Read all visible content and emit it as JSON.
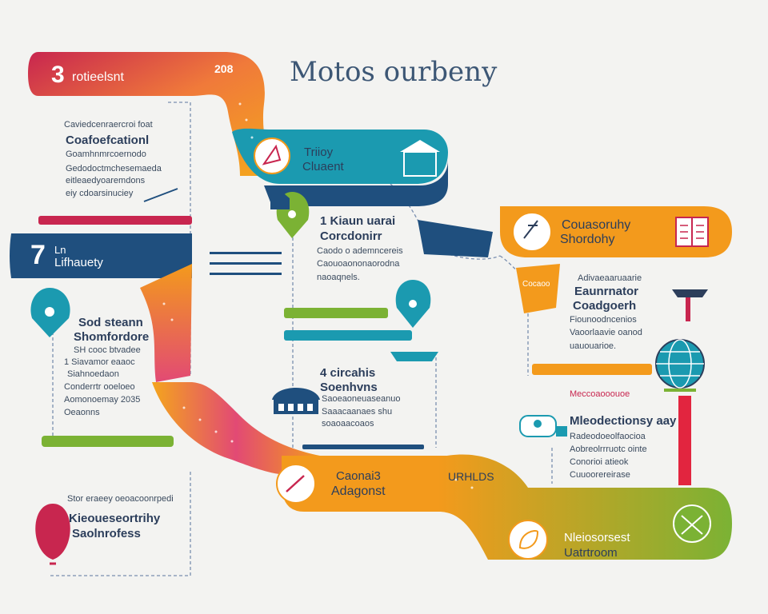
{
  "title": "Motos ourbeny",
  "colors": {
    "red": "#c8264f",
    "orange": "#f39a1c",
    "teal": "#1b9ab0",
    "navy": "#1f4f7e",
    "green": "#7bb234",
    "pink": "#e24a74"
  },
  "banners": {
    "top_left": {
      "number": "3",
      "label": "rotieelsnt",
      "extra": "208"
    },
    "left_mid": {
      "number": "7",
      "label1": "Ln",
      "label2": "Lifhauety"
    },
    "teal": {
      "line1": "Triioy",
      "line2": "Cluaent"
    },
    "orange_right": {
      "line1": "Couasoruhy",
      "line2": "Shordohy"
    },
    "bottom_orange": {
      "line1": "Caonai3",
      "line2": "Adagonst"
    },
    "bottom_green": {
      "badge": "URHLDS",
      "line1": "Nleiosorsest",
      "line2": "Uatrtroom"
    }
  },
  "blocks": {
    "b1": [
      "Caviedcenraercroi foat",
      "Coafoefcationl",
      "Goamhnmrcoernodo",
      "Gedodoctmchesemaeda",
      "eitleaedyoaremdons",
      "eiy cdoarsinuciey"
    ],
    "b2": [
      "1 Kiaun uarai",
      "Corcdonirr",
      "Caodo o ademncereis",
      "Caouoaononaorodna",
      "naoaqnels."
    ],
    "b3": [
      "Sod steann",
      "Shomfordore",
      "SH cooc btvadee",
      "1 Siavamor eaaoc",
      "Siahnoedaon",
      "Conderrtr ooeloeo",
      "Aomonoemay 2035",
      "Oeaonns"
    ],
    "b4": [
      "Adivaeaaruaarie",
      "Eaunrnator",
      "Coadgoerh",
      "Fiounoodncenios",
      "Vaoorlaavie oanod",
      "uauouarioe."
    ],
    "b5": [
      "4 circahis",
      "Soenhvns",
      "Saoeaoneuaseanuo",
      "Saaacaanaes shu",
      "soaoaacoaos"
    ],
    "b6": [
      "Meccoaooouoe",
      "Mleodectionsy aay",
      "Radeodoeolfaocioa",
      "Aobreolrrruotc ointe",
      "Conorioi atieok",
      "Cuuoorereirase"
    ],
    "b7": [
      "Stor eraeey oeoacoonrpedi",
      "Kieoueseortrihy",
      "Saolnrofess"
    ]
  },
  "pill_label": "Cocaoo"
}
